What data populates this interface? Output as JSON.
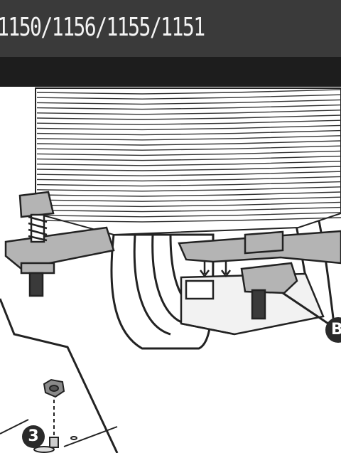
{
  "header": {
    "title": "1150/1156/1155/1151"
  },
  "diagram": {
    "step_number": "3",
    "callout_letter": "B"
  },
  "colors": {
    "header_bg": "#3a3a3a",
    "sub_bar_bg": "#1d1d1d",
    "line": "#222222",
    "fill_gray": "#b4b4b4"
  }
}
